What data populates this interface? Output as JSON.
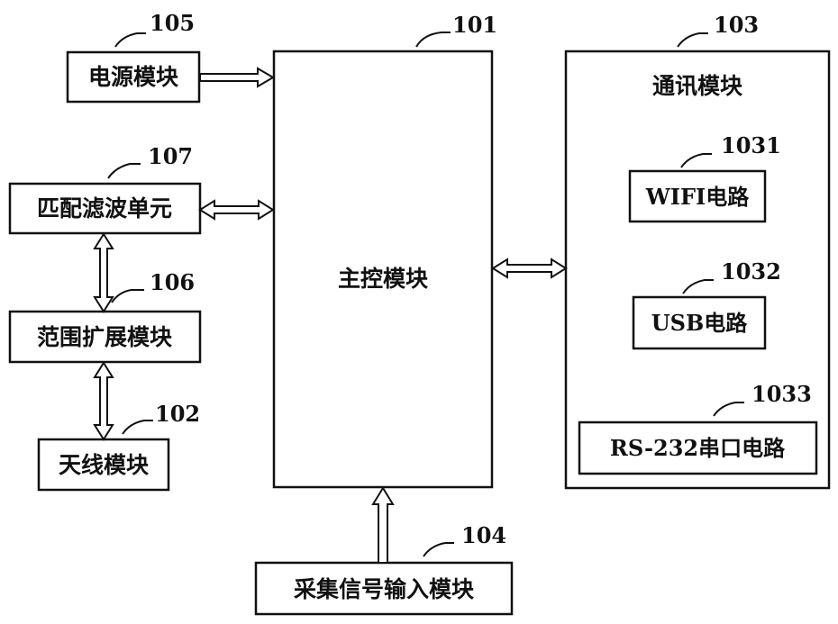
{
  "modules": {
    "main": {
      "label": "主控模块",
      "ref": "101"
    },
    "power": {
      "label": "电源模块",
      "ref": "105"
    },
    "filter": {
      "label": "匹配滤波单元",
      "ref": "107"
    },
    "range": {
      "label": "范围扩展模块",
      "ref": "106"
    },
    "antenna": {
      "label": "天线模块",
      "ref": "102"
    },
    "acquisition": {
      "label": "采集信号输入模块",
      "ref": "104"
    },
    "comm": {
      "label": "通讯模块",
      "ref": "103",
      "wifi": {
        "label": "WIFI电路",
        "ref": "1031"
      },
      "usb": {
        "label": "USB电路",
        "ref": "1032"
      },
      "rs232": {
        "label": "RS-232串口电路",
        "ref": "1033"
      }
    }
  }
}
